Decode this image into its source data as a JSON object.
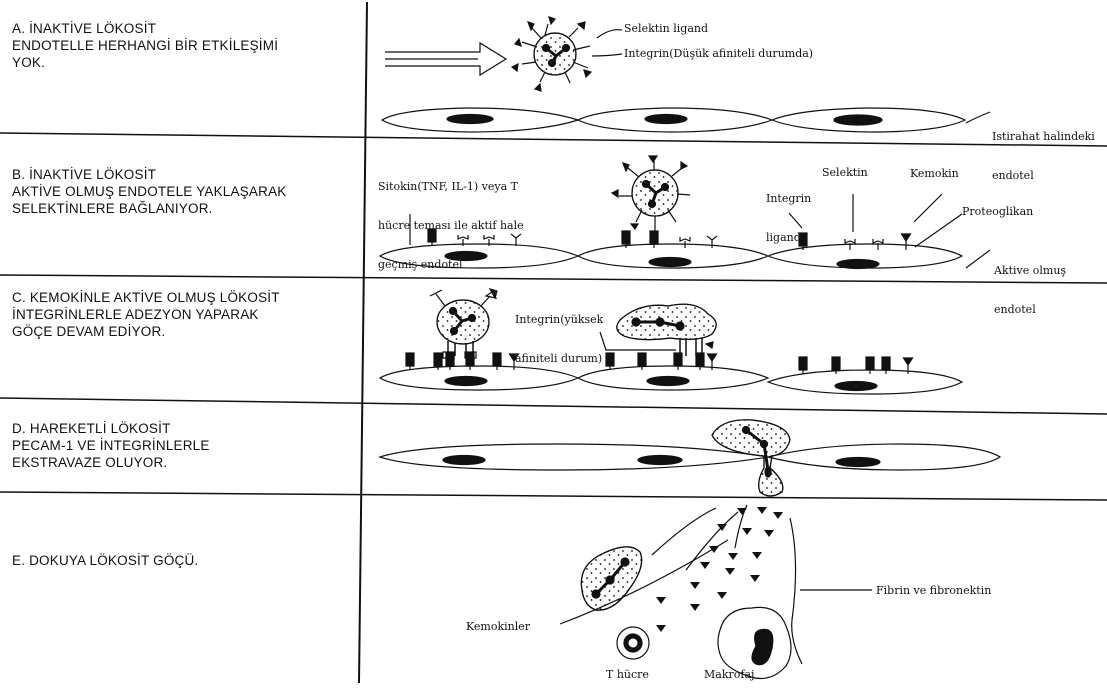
{
  "stages": {
    "a": {
      "title": [
        "A. İNAKTİVE LÖKOSİT",
        "ENDOTELLE HERHANGİ BİR ETKİLEŞİMİ",
        "YOK."
      ]
    },
    "b": {
      "title": [
        "B. İNAKTİVE LÖKOSİT",
        "AKTİVE OLMUŞ ENDOTELE YAKLAŞARAK",
        "SELEKTİNLERE BAĞLANIYOR."
      ]
    },
    "c": {
      "title": [
        "C. KEMOKİNLE AKTİVE OLMUŞ LÖKOSİT",
        "İNTEGRİNLERLE ADEZYON YAPARAK",
        "GÖÇE DEVAM EDİYOR."
      ]
    },
    "d": {
      "title": [
        "D. HAREKETLİ LÖKOSİT",
        "PECAM-1 VE İNTEGRİNLERLE",
        "EKSTRAVAZE OLUYOR."
      ]
    },
    "e": {
      "title": [
        "E. DOKUYA LÖKOSİT GÖÇÜ."
      ]
    }
  },
  "labels": {
    "selektin_ligand": "Selektin ligand",
    "integrin_low": "Integrin(Düşük afiniteli durumda)",
    "resting_endothelium": [
      "Istirahat halindeki",
      "endotel"
    ],
    "cytokine_activated": [
      "Sitokin(TNF, IL-1) veya T",
      "hücre teması ile aktif hale",
      "geçmiş endotel"
    ],
    "integrin_ligand": [
      "Integrin",
      "ligand"
    ],
    "selectin": "Selektin",
    "chemokine": "Kemokin",
    "proteoglycan": "Proteoglikan",
    "activated_endothelium": [
      "Aktive olmuş",
      "endotel"
    ],
    "integrin_high": [
      "Integrin(yüksek",
      "afiniteli durum)"
    ],
    "fibrin": "Fibrin ve fibronektin",
    "chemokines": "Kemokinler",
    "t_cell": "T hücre",
    "macrophage": "Makrofaj"
  },
  "colors": {
    "ink": "#111111",
    "background": "#ffffff"
  }
}
